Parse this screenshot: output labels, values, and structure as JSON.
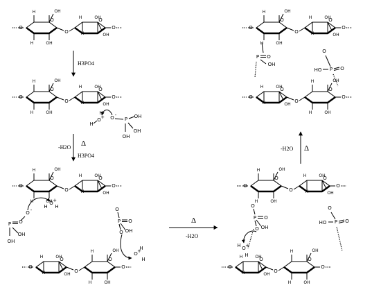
{
  "steps": {
    "step1_reagent": "H3PO4",
    "step2_reagent_top": "-H2O",
    "step2_delta": "Δ",
    "step2_reagent_bottom": "H3PO4",
    "step3_delta": "Δ",
    "step3_reagent": "-H2O",
    "step4_reagent": "-H2O",
    "step4_delta": "Δ"
  },
  "atom_labels": {
    "O": "O",
    "OH": "OH",
    "HO": "HO",
    "H": "H",
    "P": "P",
    "O_minus": "O",
    "O_plus": "O",
    "minus": "-",
    "plus": "+"
  }
}
